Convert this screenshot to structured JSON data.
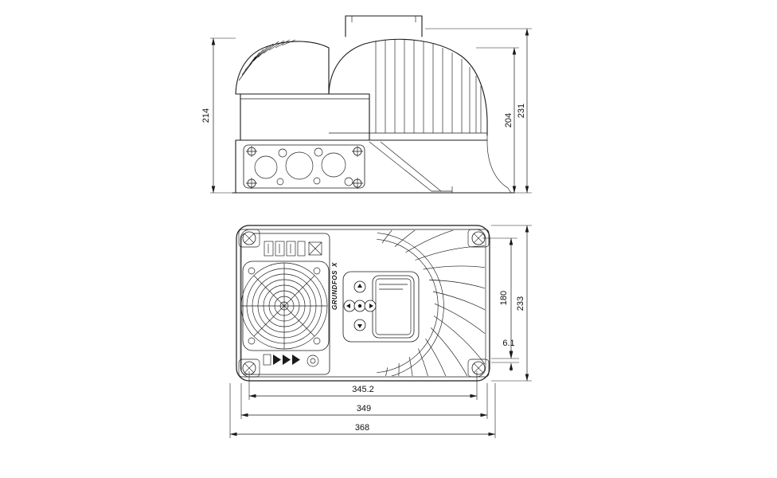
{
  "brand": {
    "logo_text": "GRUNDFOS",
    "logo_mark": "X"
  },
  "colors": {
    "line": "#1a1a1a",
    "background": "#ffffff"
  },
  "dimensions": {
    "side_view": {
      "height_front": "214",
      "height_body": "204",
      "height_overall": "231"
    },
    "plan_view": {
      "width_inner": "180",
      "width_overall": "233",
      "edge_offset": "6.1",
      "length_mounting_holes": "345.2",
      "length_body": "349",
      "length_overall": "368"
    }
  }
}
